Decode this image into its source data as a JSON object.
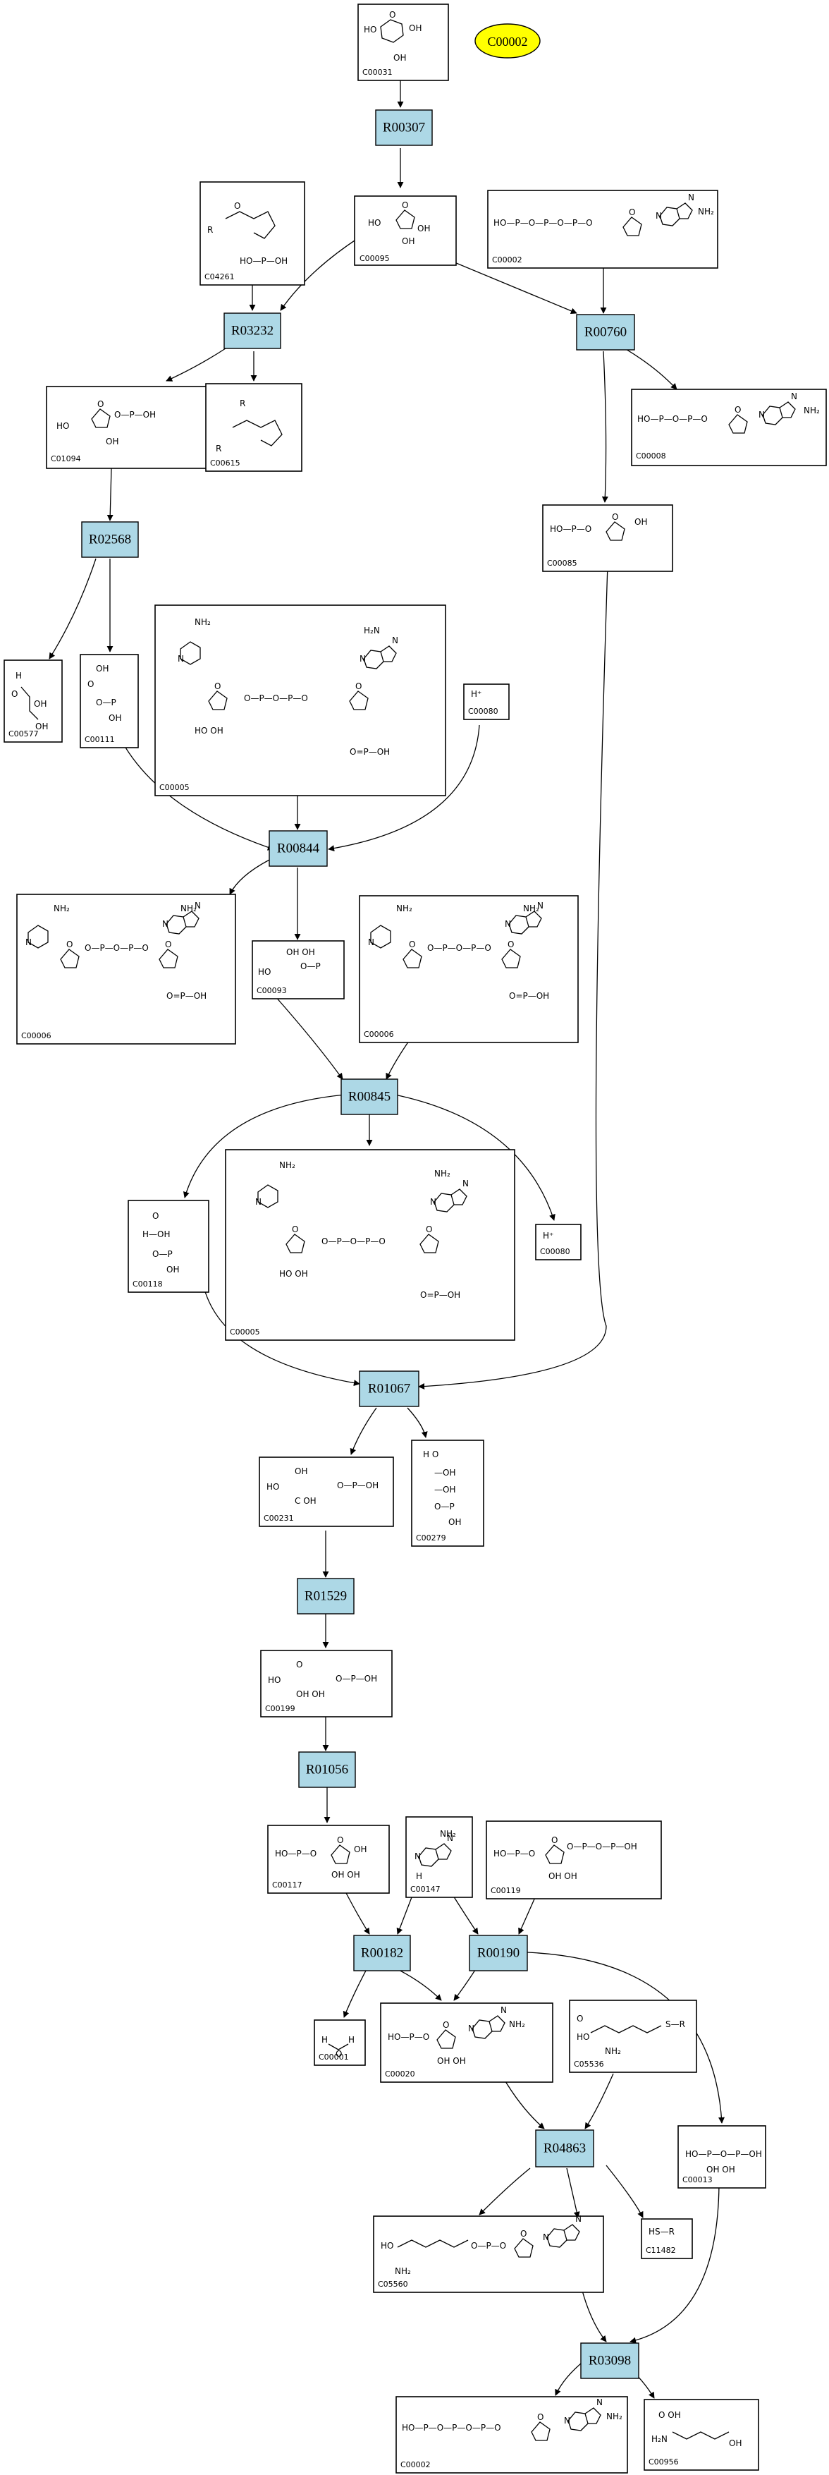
{
  "highlight": {
    "label": "C00002",
    "color": "#ffff00"
  },
  "colors": {
    "reaction_fill": "#add8e6",
    "compound_fill": "#ffffff",
    "highlight_fill": "#ffff00"
  },
  "reactions": [
    {
      "id": "r00307",
      "label": "R00307"
    },
    {
      "id": "r03232",
      "label": "R03232"
    },
    {
      "id": "r00760",
      "label": "R00760"
    },
    {
      "id": "r02568",
      "label": "R02568"
    },
    {
      "id": "r00844",
      "label": "R00844"
    },
    {
      "id": "r00845",
      "label": "R00845"
    },
    {
      "id": "r01067",
      "label": "R01067"
    },
    {
      "id": "r01529",
      "label": "R01529"
    },
    {
      "id": "r01056",
      "label": "R01056"
    },
    {
      "id": "r00182",
      "label": "R00182"
    },
    {
      "id": "r00190",
      "label": "R00190"
    },
    {
      "id": "r04863",
      "label": "R04863"
    },
    {
      "id": "r03098",
      "label": "R03098"
    }
  ],
  "compounds": [
    {
      "id": "c00031",
      "label": "C00031",
      "structure": "hexose-ring"
    },
    {
      "id": "c00095",
      "label": "C00095",
      "structure": "furanose-ring"
    },
    {
      "id": "c04261",
      "label": "C04261",
      "structure": "phospho-histidine"
    },
    {
      "id": "c00002a",
      "label": "C00002",
      "structure": "nucleotide-triphosphate"
    },
    {
      "id": "c01094",
      "label": "C01094",
      "structure": "sugar-phosphate"
    },
    {
      "id": "c00615",
      "label": "C00615",
      "structure": "histidine-residue"
    },
    {
      "id": "c00008",
      "label": "C00008",
      "structure": "nucleotide-diphosphate"
    },
    {
      "id": "c00085",
      "label": "C00085",
      "structure": "sugar-phosphate"
    },
    {
      "id": "c00577",
      "label": "C00577",
      "structure": "triose"
    },
    {
      "id": "c00111",
      "label": "C00111",
      "structure": "triose-phosphate"
    },
    {
      "id": "c00005a",
      "label": "C00005",
      "structure": "nadph"
    },
    {
      "id": "c00080a",
      "label": "C00080",
      "structure": "proton",
      "formula": "H⁺"
    },
    {
      "id": "c00006a",
      "label": "C00006",
      "structure": "nadp"
    },
    {
      "id": "c00093",
      "label": "C00093",
      "structure": "glycerol-phosphate"
    },
    {
      "id": "c00006b",
      "label": "C00006",
      "structure": "nadp"
    },
    {
      "id": "c00118",
      "label": "C00118",
      "structure": "triose-phosphate"
    },
    {
      "id": "c00005b",
      "label": "C00005",
      "structure": "nadph"
    },
    {
      "id": "c00080b",
      "label": "C00080",
      "structure": "proton",
      "formula": "H⁺"
    },
    {
      "id": "c00231",
      "label": "C00231",
      "structure": "pentulose-phosphate"
    },
    {
      "id": "c00279",
      "label": "C00279",
      "structure": "tetrose-phosphate"
    },
    {
      "id": "c00199",
      "label": "C00199",
      "structure": "pentulose-phosphate"
    },
    {
      "id": "c00117",
      "label": "C00117",
      "structure": "ribose-phosphate"
    },
    {
      "id": "c00147",
      "label": "C00147",
      "structure": "adenine"
    },
    {
      "id": "c00119",
      "label": "C00119",
      "structure": "prpp"
    },
    {
      "id": "c00001",
      "label": "C00001",
      "structure": "water"
    },
    {
      "id": "c00020",
      "label": "C00020",
      "structure": "nucleotide-monophosphate"
    },
    {
      "id": "c05536",
      "label": "C05536",
      "structure": "amino-thioester"
    },
    {
      "id": "c00013",
      "label": "C00013",
      "structure": "pyrophosphate"
    },
    {
      "id": "c05560",
      "label": "C05560",
      "structure": "acyl-adenylate"
    },
    {
      "id": "c11482",
      "label": "C11482",
      "structure": "thiol",
      "formula": "HS—R"
    },
    {
      "id": "c00002b",
      "label": "C00002",
      "structure": "nucleotide-triphosphate"
    },
    {
      "id": "c00956",
      "label": "C00956",
      "structure": "amino-acid"
    }
  ]
}
